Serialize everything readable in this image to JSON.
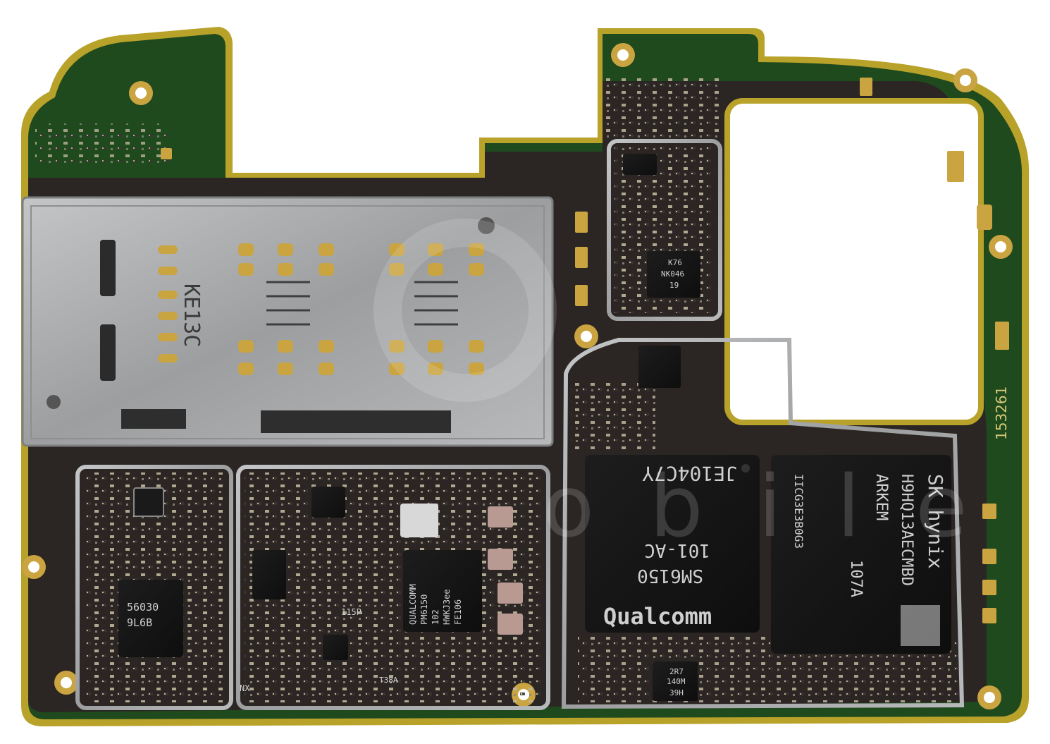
{
  "colors": {
    "pcb_dark": "#2b2523",
    "pcb_green": "#1f4a1e",
    "edge_yellow": "#b8a22a",
    "gold": "#c9a440",
    "shield_silver": "#a7a9ab",
    "chip_black": "#161616"
  },
  "labels": {
    "sim_tray": "KE13C",
    "pmic_line1": "QUALCOMM",
    "pmic_line2": "PM6150",
    "pmic_line3": "102",
    "pmic_line4": "HWKJ3ee",
    "pmic_line5": "FE106",
    "soc_line1": "JE104C7Y",
    "soc_line2": "SM6150",
    "soc_line3": "101-AC",
    "soc_brand": "Qualcomm",
    "mcp_vendor": "SK hynix",
    "mcp_line1": "H9HQ13AECMBD",
    "mcp_line2": "ARKEM",
    "mcp_line3": "107A",
    "mcp_side": "IICG3E3B0G3",
    "chip_56030_a": "56030",
    "chip_56030_b": "9L6B",
    "chip_2r7_a": "2R7",
    "chip_2r7_b": "140M",
    "chip_2r7_c": "39H",
    "chip_nk_a": "K76",
    "chip_nk_b": "NK046",
    "chip_nk_c": "19",
    "board_code": "153261",
    "small_115p": "115P",
    "small_nx": "NX",
    "small_t38a": "T38A",
    "watermark": "o b i l e"
  }
}
